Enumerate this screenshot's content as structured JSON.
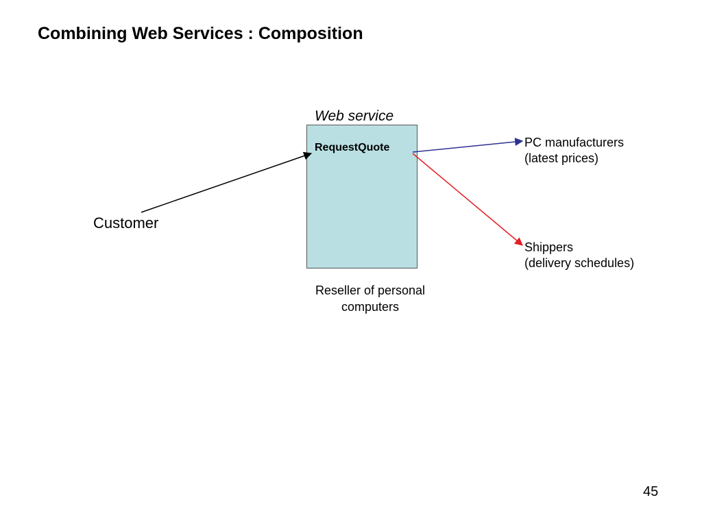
{
  "slide": {
    "title": "Combining Web Services : Composition",
    "page_number": "45"
  },
  "diagram": {
    "web_service_label": "Web service",
    "operation_label": "RequestQuote",
    "actor_label": "Customer",
    "caption_lines": [
      "Reseller of personal",
      "computers"
    ],
    "targets": [
      {
        "name": "PC manufacturers",
        "detail": "(latest prices)"
      },
      {
        "name": "Shippers",
        "detail": "(delivery schedules)"
      }
    ],
    "connectors": [
      {
        "from": "Customer",
        "to": "RequestQuote",
        "color": "#000000"
      },
      {
        "from": "RequestQuote",
        "to": "PC manufacturers",
        "color": "#2e3192"
      },
      {
        "from": "RequestQuote",
        "to": "Shippers",
        "color": "#e31e24"
      }
    ]
  }
}
